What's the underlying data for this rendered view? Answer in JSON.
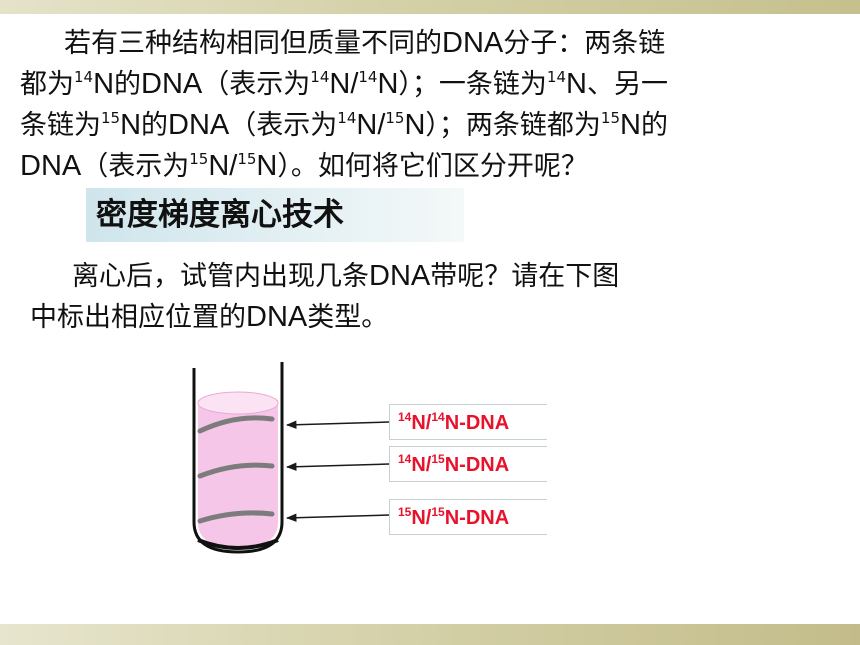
{
  "intro": {
    "line1": [
      {
        "t": "若有三种结构相同但质量不同的"
      },
      {
        "t": "DNA",
        "en": true
      },
      {
        "t": "分子：两条链"
      }
    ],
    "line2": [
      {
        "t": "都为"
      },
      {
        "t": "14",
        "sup": true
      },
      {
        "t": "N",
        "en": true
      },
      {
        "t": "的"
      },
      {
        "t": "DNA",
        "en": true
      },
      {
        "t": "（表示为"
      },
      {
        "t": "14",
        "sup": true
      },
      {
        "t": "N/",
        "en": true
      },
      {
        "t": "14",
        "sup": true
      },
      {
        "t": "N",
        "en": true
      },
      {
        "t": "）；一条链为"
      },
      {
        "t": "14",
        "sup": true
      },
      {
        "t": "N",
        "en": true
      },
      {
        "t": "、另一"
      }
    ],
    "line3": [
      {
        "t": "条链为"
      },
      {
        "t": "15",
        "sup": true
      },
      {
        "t": "N",
        "en": true
      },
      {
        "t": "的"
      },
      {
        "t": "DNA",
        "en": true
      },
      {
        "t": "（表示为"
      },
      {
        "t": "14",
        "sup": true
      },
      {
        "t": "N/",
        "en": true
      },
      {
        "t": "15",
        "sup": true
      },
      {
        "t": "N",
        "en": true
      },
      {
        "t": "）；两条链都为"
      },
      {
        "t": "15",
        "sup": true
      },
      {
        "t": "N",
        "en": true
      },
      {
        "t": "的"
      }
    ],
    "line4": [
      {
        "t": "DNA",
        "en": true
      },
      {
        "t": "（表示为"
      },
      {
        "t": "15",
        "sup": true
      },
      {
        "t": "N/",
        "en": true
      },
      {
        "t": "15",
        "sup": true
      },
      {
        "t": "N",
        "en": true
      },
      {
        "t": "）。如何将它们区分开呢？"
      }
    ]
  },
  "banner": {
    "title": "密度梯度离心技术"
  },
  "question": {
    "line1": [
      {
        "t": "离心后，试管内出现几条"
      },
      {
        "t": "DNA",
        "en": true
      },
      {
        "t": "带呢？请在下图"
      }
    ],
    "line2": [
      {
        "t": "中标出相应位置的"
      },
      {
        "t": "DNA",
        "en": true
      },
      {
        "t": "类型。"
      }
    ]
  },
  "labels": [
    {
      "parts": [
        {
          "t": "14",
          "sup": true
        },
        {
          "t": "N/"
        },
        {
          "t": "14",
          "sup": true
        },
        {
          "t": "N-DNA"
        }
      ]
    },
    {
      "parts": [
        {
          "t": "14",
          "sup": true
        },
        {
          "t": "N/"
        },
        {
          "t": "15",
          "sup": true
        },
        {
          "t": "N-DNA"
        }
      ]
    },
    {
      "parts": [
        {
          "t": "15",
          "sup": true
        },
        {
          "t": "N/"
        },
        {
          "t": "15",
          "sup": true
        },
        {
          "t": "N-DNA"
        }
      ]
    }
  ],
  "colors": {
    "label_text": "#e8122d",
    "tube_liquid": "#f6c6e8",
    "band": "#7c7c7c",
    "arrow": "#1a1a1a"
  }
}
